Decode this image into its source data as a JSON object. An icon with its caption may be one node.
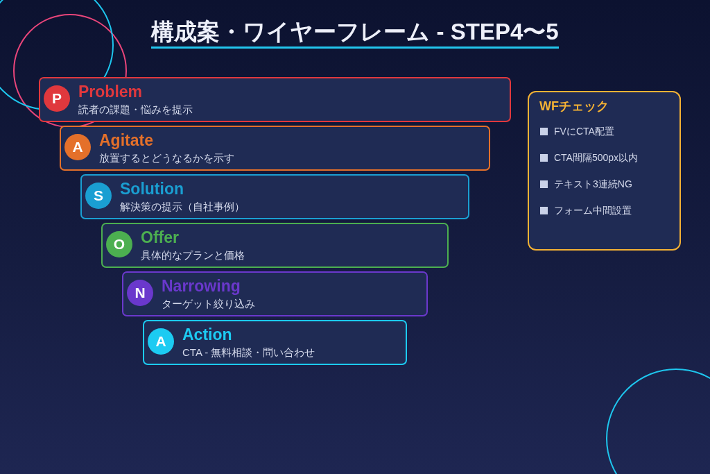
{
  "diagram": {
    "title": "構成案・ワイヤーフレーム - STEP4〜5",
    "nodes": [
      {
        "text": [
          "Problem",
          "読者の課題・悩みを提示"
        ]
      },
      {
        "text": [
          "P"
        ],
        "in": 0
      },
      {
        "text": [
          "Agitate",
          "放置するとどうなるかを示す"
        ]
      },
      {
        "text": [
          "A"
        ],
        "in": 2
      },
      {
        "text": [
          "Solution",
          "解決策の提示（自社事例）"
        ]
      },
      {
        "text": [
          "S"
        ],
        "in": 4
      },
      {
        "text": [
          "Offer",
          "具体的なプランと価格"
        ]
      },
      {
        "text": [
          "O"
        ],
        "in": 6
      },
      {
        "text": [
          "Narrowing",
          "ターゲット絞り込み"
        ]
      },
      {
        "text": [
          "N"
        ],
        "in": 8
      },
      {
        "text": [
          "Action",
          "CTA - 無料相談・問い合わせ"
        ]
      },
      {
        "text": [
          "A"
        ],
        "in": 10
      },
      {
        "text": [
          "WFチェック",
          "FVにCTA配置",
          "CTA間隔500px以内",
          "テキスト3連続NG",
          "フォーム中間設置"
        ]
      }
    ]
  }
}
